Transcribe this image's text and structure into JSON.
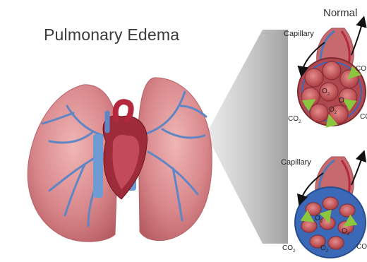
{
  "title": "Pulmonary Edema",
  "panels": {
    "normal_label": "Normal",
    "capillary_top": "Capillary",
    "capillary_bottom": "Capillary"
  },
  "gas_labels": {
    "co2": "CO",
    "o2": "O",
    "sub2": "2",
    "o_plain": "O"
  },
  "colors": {
    "lung_fill": "#d8878b",
    "lung_shadow": "#b65c63",
    "vessel_blue": "#5f86c4",
    "vessel_red": "#b3283c",
    "alveoli": "#c85a5e",
    "edema_fluid": "#3b69b8",
    "arrow": "#000000",
    "exchange_arrow": "#8cc63f"
  }
}
